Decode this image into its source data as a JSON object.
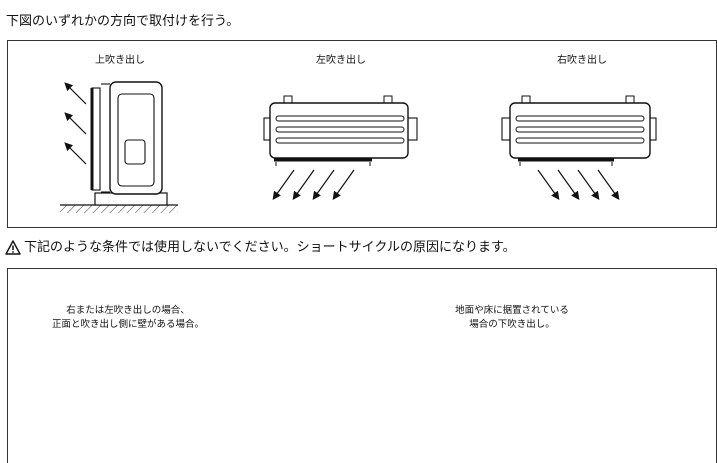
{
  "instruction": {
    "text": "下図のいずれかの方向で取付けを行う。"
  },
  "directions": [
    {
      "label": "上吹き出し"
    },
    {
      "label": "左吹き出し"
    },
    {
      "label": "右吹き出し"
    }
  ],
  "warning": {
    "icon": "warning-triangle-icon",
    "text": "下記のような条件では使用しないでください。ショートサイクルの原因になります。"
  },
  "conditions": [
    {
      "lines": [
        "右または左吹き出しの場合、",
        "正面と吹き出し側に壁がある場合。"
      ],
      "mark": "ng-cross-icon"
    },
    {
      "lines": [
        "地面や床に据置されている",
        "場合の下吹き出し。"
      ],
      "mark": "ng-cross-icon"
    }
  ]
}
